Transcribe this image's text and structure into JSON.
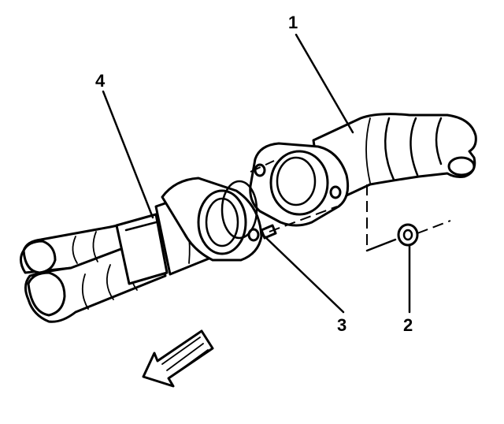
{
  "callouts": [
    {
      "id": "1",
      "text": "1"
    },
    {
      "id": "2",
      "text": "2"
    },
    {
      "id": "3",
      "text": "3"
    },
    {
      "id": "4",
      "text": "4"
    }
  ],
  "colors": {
    "ink": "#000000",
    "paper": "#ffffff"
  },
  "icons": {
    "direction_arrow": "front-direction-arrow-icon"
  }
}
